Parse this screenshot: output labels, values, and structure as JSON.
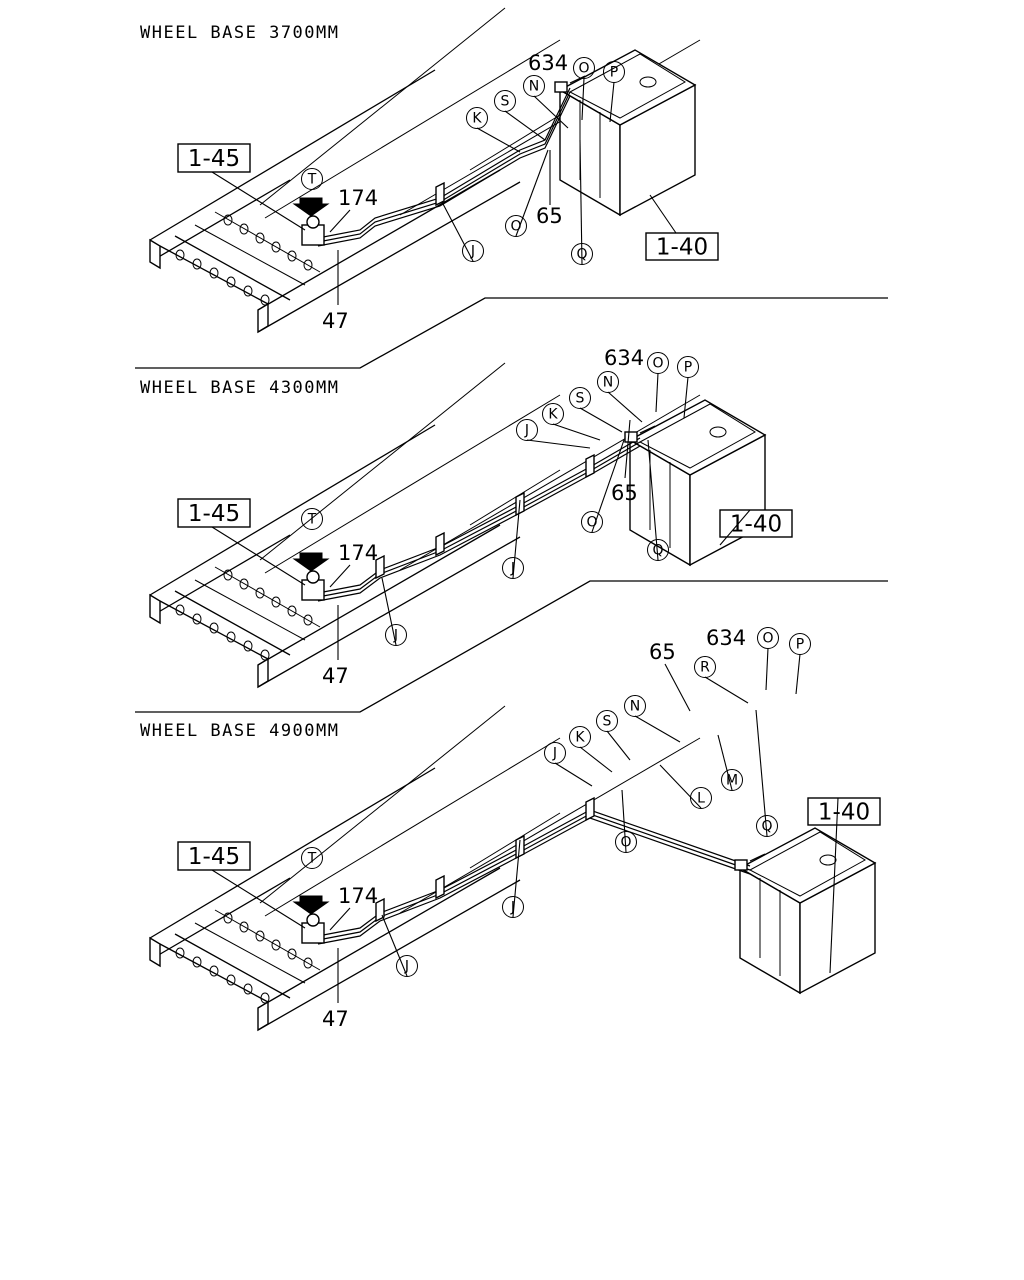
{
  "panels": [
    {
      "title": "WHEEL BASE 3700MM",
      "ref_boxes": [
        "1-45",
        "1-40"
      ],
      "part_numbers": [
        "634",
        "174",
        "65",
        "47"
      ],
      "circle_labels": [
        "O",
        "P",
        "N",
        "S",
        "K",
        "T",
        "O",
        "J",
        "Q"
      ]
    },
    {
      "title": "WHEEL BASE 4300MM",
      "ref_boxes": [
        "1-45",
        "1-40"
      ],
      "part_numbers": [
        "634",
        "174",
        "65",
        "47"
      ],
      "circle_labels": [
        "O",
        "P",
        "N",
        "S",
        "K",
        "J",
        "T",
        "O",
        "J",
        "J",
        "Q"
      ]
    },
    {
      "title": "WHEEL BASE 4900MM",
      "ref_boxes": [
        "1-45",
        "1-40"
      ],
      "part_numbers": [
        "634",
        "65",
        "174",
        "47"
      ],
      "circle_labels": [
        "O",
        "P",
        "R",
        "N",
        "S",
        "K",
        "J",
        "M",
        "L",
        "O",
        "Q",
        "T",
        "J",
        "J"
      ]
    }
  ]
}
